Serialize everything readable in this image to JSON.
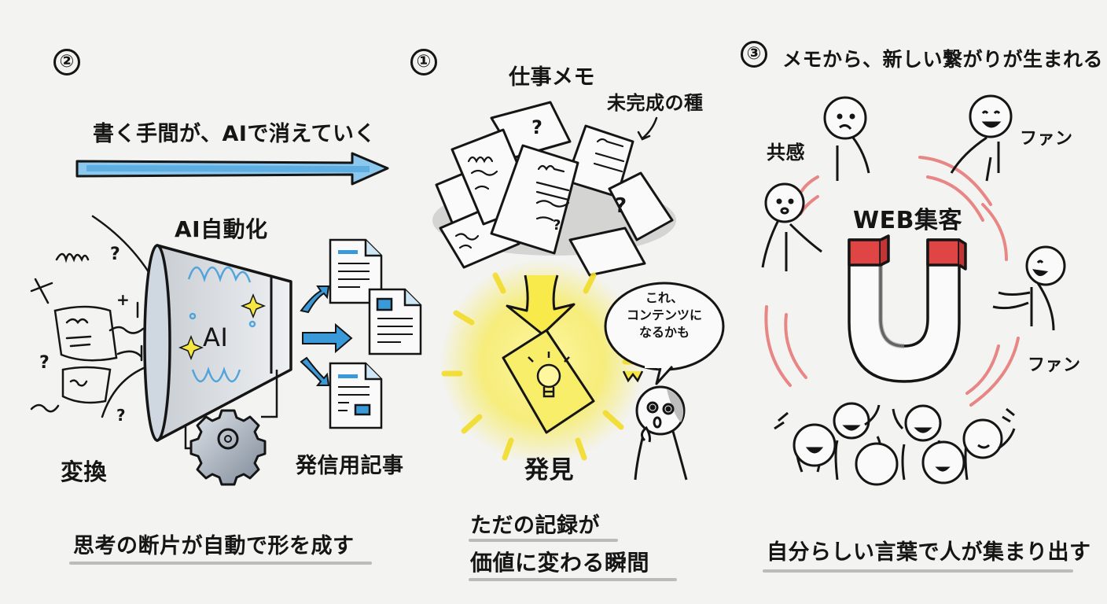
{
  "panels": [
    {
      "number": "②",
      "headline": "書く手間が、AIで消えていく",
      "labels": {
        "automation": "AI自動化",
        "funnel_text": "AI",
        "convert": "変換",
        "output": "発信用記事"
      },
      "caption": "思考の断片が自動で形を成す"
    },
    {
      "number": "①",
      "title": "仕事メモ",
      "labels": {
        "seed": "未完成の種",
        "discovery": "発見",
        "speech_bubble": [
          "これ、",
          "コンテンツに",
          "なるかも"
        ]
      },
      "caption_lines": [
        "ただの記録が",
        "価値に変わる瞬間"
      ]
    },
    {
      "number": "③",
      "headline": "メモから、新しい繋がりが生まれる",
      "labels": {
        "empathy": "共感",
        "fan_top": "ファン",
        "fan_right": "ファン",
        "center": "WEB集客"
      },
      "caption": "自分らしい言葉で人が集まり出す"
    }
  ],
  "colors": {
    "background": "#f3f3f1",
    "ink": "#151515",
    "accent_blue": "#3a9ad9",
    "light_blue": "#8cc8ee",
    "highlight_yellow": "#f5e642",
    "magnet_red": "#e04545",
    "wave_red": "#e57373",
    "shade_gray": "#b8b8b8"
  }
}
